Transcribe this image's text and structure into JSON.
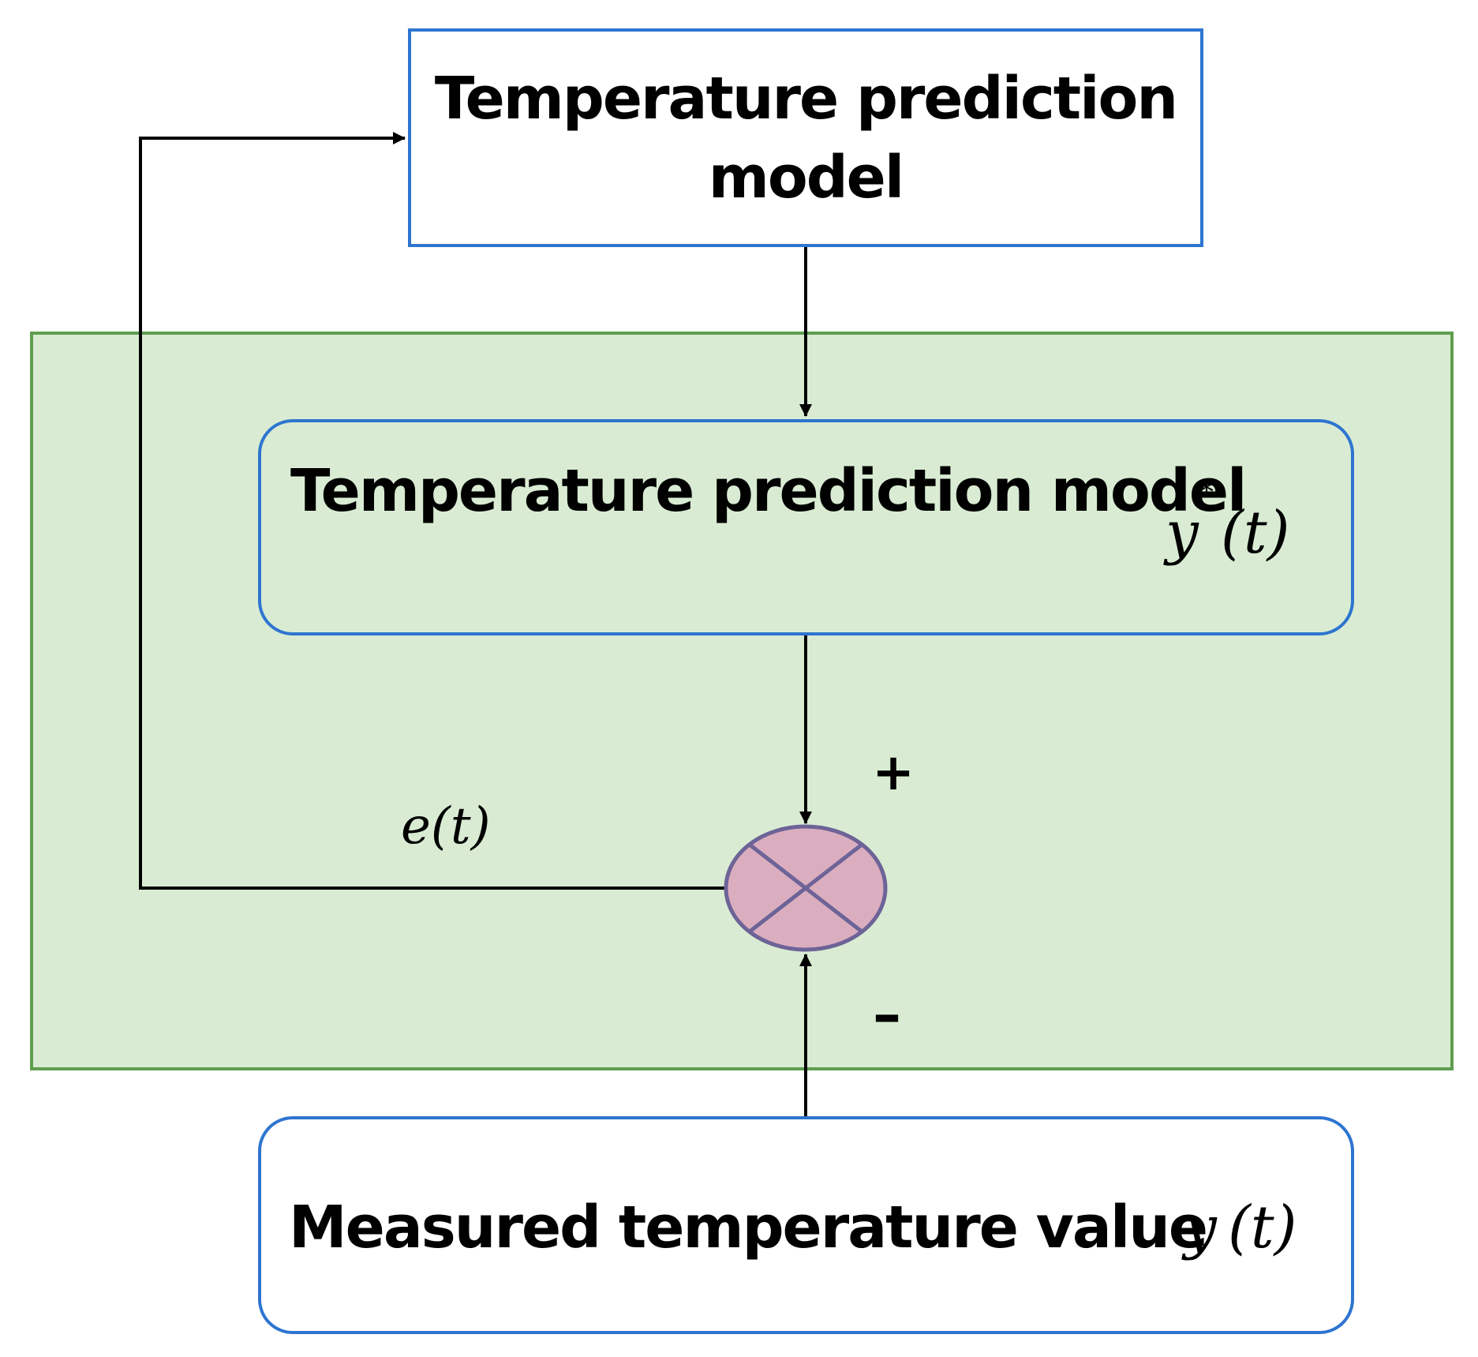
{
  "top_box": {
    "line1": "Temperature prediction",
    "line2": "model"
  },
  "inner_box": {
    "label": "Temperature prediction model",
    "output_var": "y",
    "output_sup": "*",
    "output_arg": "(t)"
  },
  "bottom_box": {
    "label": "Measured temperature value",
    "var": "y",
    "arg": "(t)"
  },
  "error_label": "e(t)",
  "plus_sign": "+",
  "minus_sign": "–",
  "colors": {
    "box_border": "#2e75d0",
    "green_fill": "#d9ecd3",
    "green_border": "#5f9e4f",
    "summer_fill": "#dbaebf",
    "summer_border": "#6d6397",
    "arrow": "#000000"
  }
}
